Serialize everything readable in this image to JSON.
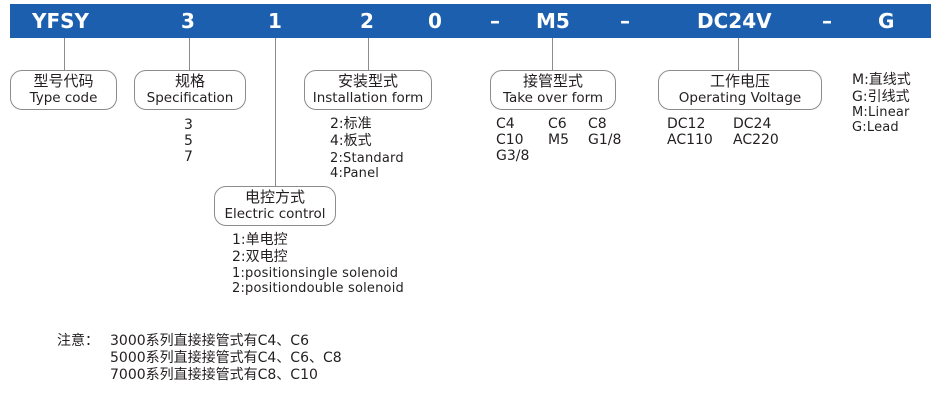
{
  "code_bar": {
    "segments": [
      "YFSY",
      "3",
      "1",
      "2",
      "0",
      "–",
      "M5",
      "–",
      "DC24V",
      "–",
      "G"
    ]
  },
  "spec": {
    "title_zh": "规格",
    "title_en": "Specification",
    "options": [
      "3",
      "5",
      "7"
    ]
  },
  "type_code": {
    "title_zh": "型号代码",
    "title_en": "Type code"
  },
  "installation": {
    "title_zh": "安装型式",
    "title_en": "Installation form",
    "options_zh": [
      "2:标准",
      "4:板式"
    ],
    "options_en": [
      "2:Standard",
      "4:Panel"
    ]
  },
  "electric": {
    "title_zh": "电控方式",
    "title_en": "Electric control",
    "options_zh": [
      "1:单电控",
      "2:双电控"
    ],
    "options_en": [
      "1:positionsingle solenoid",
      "2:positiondouble solenoid"
    ]
  },
  "take_over": {
    "title_zh": "接管型式",
    "title_en": "Take over form",
    "grid": [
      [
        "C4",
        "C6",
        "C8"
      ],
      [
        "C10",
        "M5",
        "G1/8"
      ],
      [
        "G3/8",
        "",
        ""
      ]
    ]
  },
  "voltage": {
    "title_zh": "工作电压",
    "title_en": "Operating Voltage",
    "grid": [
      [
        "DC12",
        "DC24"
      ],
      [
        "AC110",
        "AC220"
      ]
    ]
  },
  "lead": {
    "options": [
      "M:直线式",
      "G:引线式",
      "M:Linear",
      "G:Lead"
    ]
  },
  "notes": {
    "label": "注意：",
    "lines": [
      "3000系列直接接管式有C4、C6",
      "5000系列直接接管式有C4、C6、C8",
      "7000系列直接接管式有C8、C10"
    ]
  }
}
